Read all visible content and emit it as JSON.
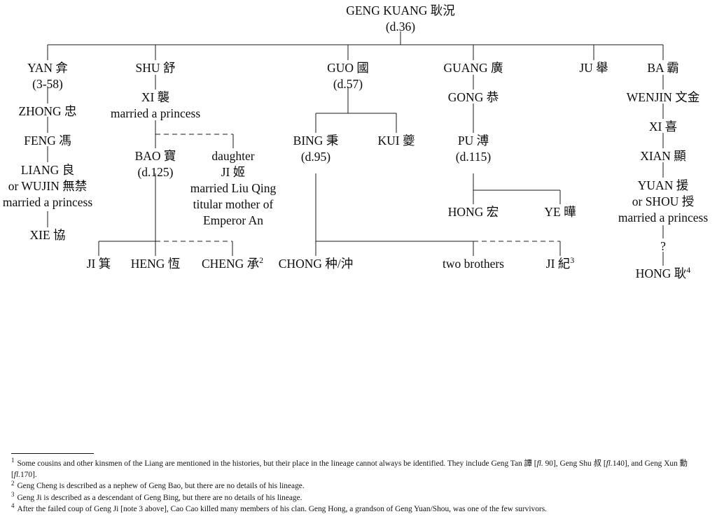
{
  "title": "Geng family lineage chart",
  "tree": {
    "root": {
      "id": "geng-kuang",
      "name": "GENG KUANG 耿況",
      "dates": "(d.36)"
    },
    "nodes": [
      {
        "id": "yan",
        "name": "YAN 弇",
        "dates": "(3-58)",
        "note": ""
      },
      {
        "id": "zhong",
        "name": "ZHONG 忠",
        "dates": "",
        "note": ""
      },
      {
        "id": "feng",
        "name": "FENG 馮",
        "dates": "",
        "note": ""
      },
      {
        "id": "liang",
        "name": "LIANG 良",
        "alt": "or WUJIN 無禁",
        "note": "married a princess"
      },
      {
        "id": "xie",
        "name": "XIE 協",
        "dates": "",
        "note": ""
      },
      {
        "id": "shu",
        "name": "SHU 舒",
        "dates": "",
        "note": ""
      },
      {
        "id": "xi-xi",
        "name": "XI 襲",
        "dates": "",
        "note": "married a princess"
      },
      {
        "id": "bao",
        "name": "BAO 寶",
        "dates": "(d.125)",
        "note": ""
      },
      {
        "id": "daughter",
        "name": "daughter",
        "name2": "JI 姬",
        "note1": "married Liu Qing",
        "note2": "titular mother of",
        "note3": "Emperor An"
      },
      {
        "id": "ji-suan",
        "name": "JI 箕",
        "dates": "",
        "note": ""
      },
      {
        "id": "heng",
        "name": "HENG 恆",
        "dates": "",
        "note": ""
      },
      {
        "id": "cheng",
        "name": "CHENG 承",
        "footnote": "2",
        "note": ""
      },
      {
        "id": "guo",
        "name": "GUO 國",
        "dates": "(d.57)",
        "note": ""
      },
      {
        "id": "bing",
        "name": "BING 秉",
        "dates": "(d.95)",
        "note": ""
      },
      {
        "id": "kui",
        "name": "KUI 夔",
        "dates": "",
        "note": ""
      },
      {
        "id": "chong",
        "name": "CHONG 种/沖",
        "dates": "",
        "note": ""
      },
      {
        "id": "two-brothers",
        "name": "two brothers",
        "dates": "",
        "note": ""
      },
      {
        "id": "ji-ji",
        "name": "JI 紀",
        "footnote": "3",
        "note": ""
      },
      {
        "id": "guang",
        "name": "GUANG 廣",
        "dates": "",
        "note": ""
      },
      {
        "id": "gong",
        "name": "GONG 恭",
        "dates": "",
        "note": ""
      },
      {
        "id": "pu",
        "name": "PU 溥",
        "dates": "(d.115)",
        "note": ""
      },
      {
        "id": "hong-pu",
        "name": "HONG 宏",
        "dates": "",
        "note": ""
      },
      {
        "id": "ye",
        "name": "YE 曄",
        "dates": "",
        "note": ""
      },
      {
        "id": "ju",
        "name": "JU 舉",
        "dates": "",
        "note": ""
      },
      {
        "id": "ba",
        "name": "BA 霸",
        "dates": "",
        "note": ""
      },
      {
        "id": "wenjin",
        "name": "WENJIN 文金",
        "dates": "",
        "note": ""
      },
      {
        "id": "xi-happy",
        "name": "XI 喜",
        "dates": "",
        "note": ""
      },
      {
        "id": "xian",
        "name": "XIAN 顯",
        "dates": "",
        "note": ""
      },
      {
        "id": "yuan",
        "name": "YUAN 援",
        "alt": "or SHOU 授",
        "note": "married a princess"
      },
      {
        "id": "unknown",
        "name": "?",
        "dates": "",
        "note": ""
      },
      {
        "id": "hong-ba",
        "name": "HONG 耿",
        "footnote": "4",
        "note": ""
      }
    ]
  },
  "footnotes": [
    {
      "num": "1",
      "parts": [
        {
          "t": "Some cousins and other kinsmen of the Liang are mentioned in the histories, but their place in the lineage cannot always be identified. They include Geng Tan 譚 [",
          "i": false
        },
        {
          "t": "fl.",
          "i": true
        },
        {
          "t": " 90], Geng Shu 叔 [",
          "i": false
        },
        {
          "t": "fl.",
          "i": true
        },
        {
          "t": "140], and Geng Xun 勳 [",
          "i": false
        },
        {
          "t": "fl.",
          "i": true
        },
        {
          "t": "170].",
          "i": false
        }
      ]
    },
    {
      "num": "2",
      "parts": [
        {
          "t": "Geng Cheng is described as a nephew of Geng Bao, but there are no details of his lineage.",
          "i": false
        }
      ]
    },
    {
      "num": "3",
      "parts": [
        {
          "t": "Geng Ji is described as a descendant of Geng Bing, but there are no details of his lineage.",
          "i": false
        }
      ]
    },
    {
      "num": "4",
      "parts": [
        {
          "t": "After the failed coup of Geng Ji [note 3 above], Cao Cao killed many members of his clan. Geng Hong, a grandson of Geng Yuan/Shou, was one of the few survivors.",
          "i": false
        }
      ]
    }
  ],
  "style": {
    "line_color": "#1a1a1a",
    "text_color": "#0c0c0c",
    "background": "#ffffff"
  }
}
